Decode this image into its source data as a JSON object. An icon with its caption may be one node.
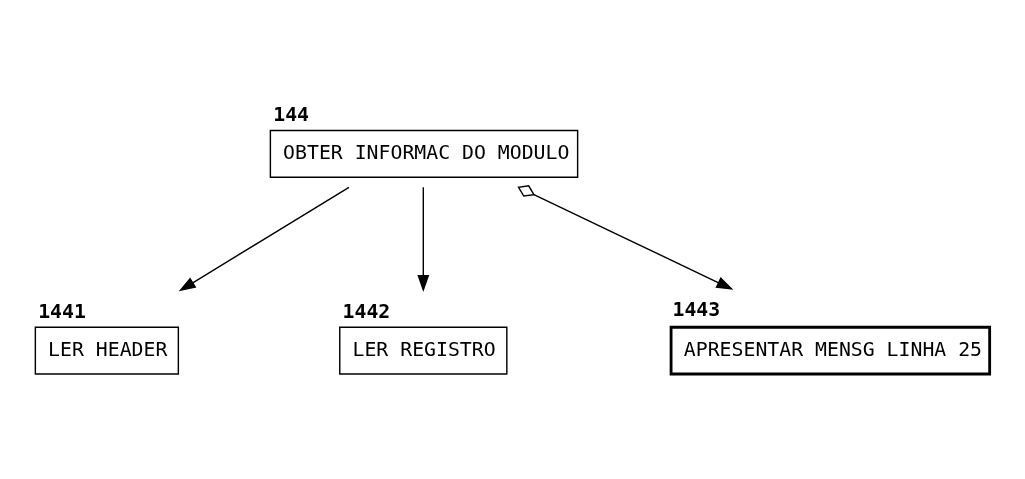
{
  "diagram": {
    "nodes": [
      {
        "text": [
          "144",
          "OBTER INFORMAC DO MODULO"
        ]
      },
      {
        "text": [
          "1441",
          "LER HEADER"
        ]
      },
      {
        "text": [
          "1442",
          "LER REGISTRO"
        ]
      },
      {
        "text": [
          "1443",
          "APRESENTAR MENSG LINHA 25"
        ]
      }
    ],
    "edges": [
      {
        "from": 0,
        "to": 1,
        "arrow": "to"
      },
      {
        "from": 0,
        "to": 2,
        "arrow": "to"
      },
      {
        "from": 0,
        "to": 3,
        "arrow": "to"
      }
    ]
  }
}
